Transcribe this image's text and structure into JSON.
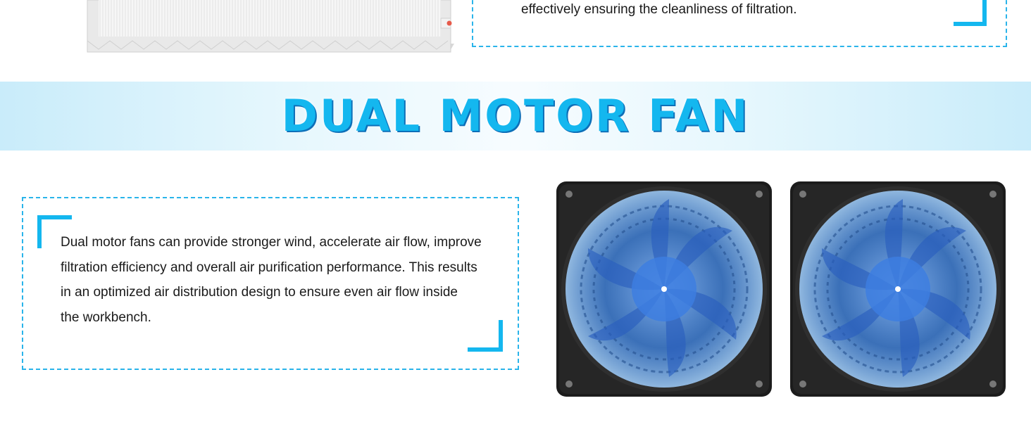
{
  "top_section": {
    "text": "effectively ensuring the cleanliness of filtration."
  },
  "banner": {
    "title": "DUAL MOTOR FAN"
  },
  "description": {
    "lines": [
      "Dual motor fans can provide stronger wind, accelerate air flow, improve",
      "filtration efficiency and overall air purification performance. This results",
      "in an optimized air distribution design to ensure even air flow inside",
      "the workbench."
    ]
  },
  "colors": {
    "accent": "#14b7ef",
    "accent_dark": "#0d6fb8",
    "dashed_border": "#2ab4ea",
    "fan_frame": "#1c1c1c",
    "fan_blade": "#2b6fd6"
  }
}
